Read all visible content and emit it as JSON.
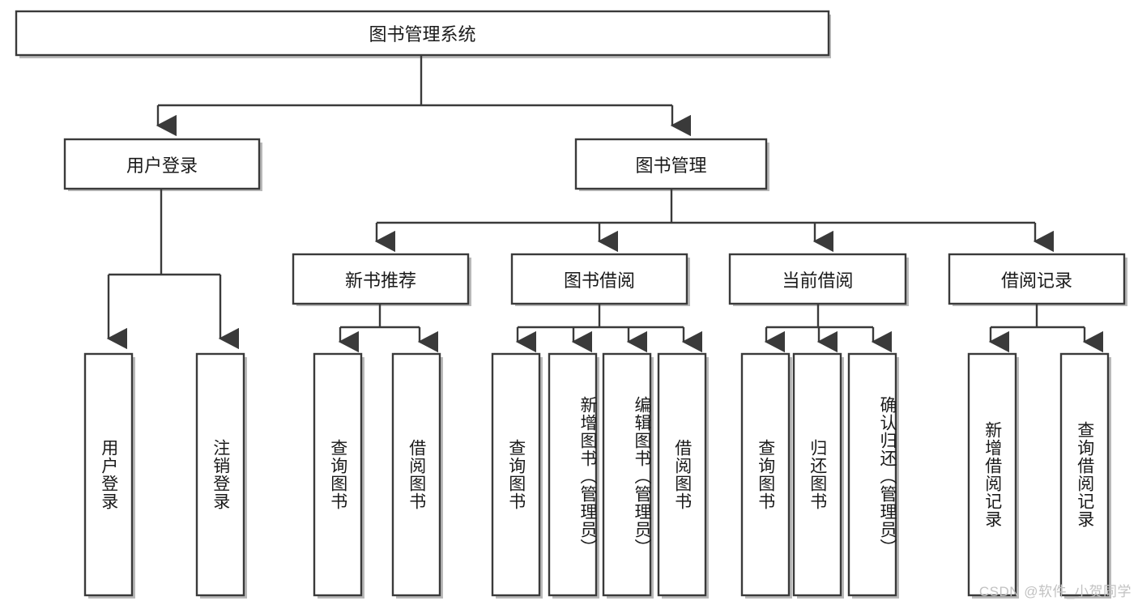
{
  "diagram": {
    "title": "图书管理系统",
    "watermark": "CSDN @软件_小贺同学",
    "colors": {
      "stroke": "#3a3a3a",
      "box_fill": "#ffffff",
      "shadow": "#b9b9b9",
      "text": "#1a1a1a",
      "watermark": "#c2c2c2",
      "background": "#ffffff"
    },
    "root": {
      "label": "图书管理系统"
    },
    "level1": [
      {
        "label": "用户登录"
      },
      {
        "label": "图书管理"
      }
    ],
    "level2": [
      {
        "label": "新书推荐"
      },
      {
        "label": "图书借阅"
      },
      {
        "label": "当前借阅"
      },
      {
        "label": "借阅记录"
      }
    ],
    "leaves": {
      "user_login": [
        {
          "label": "用户登录"
        },
        {
          "label": "注销登录"
        }
      ],
      "new_book_recommend": [
        {
          "label": "查询图书"
        },
        {
          "label": "借阅图书"
        }
      ],
      "book_borrow": [
        {
          "label": "查询图书"
        },
        {
          "label": "新增图书（管理员）"
        },
        {
          "label": "编辑图书（管理员）"
        },
        {
          "label": "借阅图书"
        }
      ],
      "current_borrow": [
        {
          "label": "查询图书"
        },
        {
          "label": "归还图书"
        },
        {
          "label": "确认归还（管理员）"
        }
      ],
      "borrow_record": [
        {
          "label": "新增借阅记录"
        },
        {
          "label": "查询借阅记录"
        }
      ]
    }
  }
}
